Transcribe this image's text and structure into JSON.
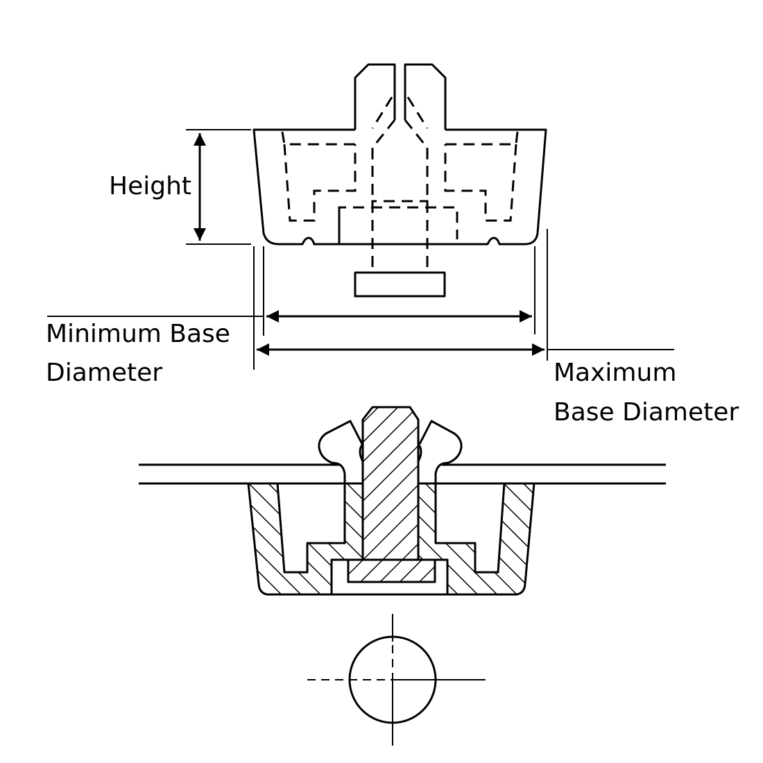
{
  "labels": {
    "height": "Height",
    "min_base_line1": "Minimum Base",
    "min_base_line2": "Diameter",
    "max_base_line1": "Maximum",
    "max_base_line2": "Base Diameter"
  },
  "colors": {
    "line": "#000000",
    "background": "#ffffff"
  }
}
